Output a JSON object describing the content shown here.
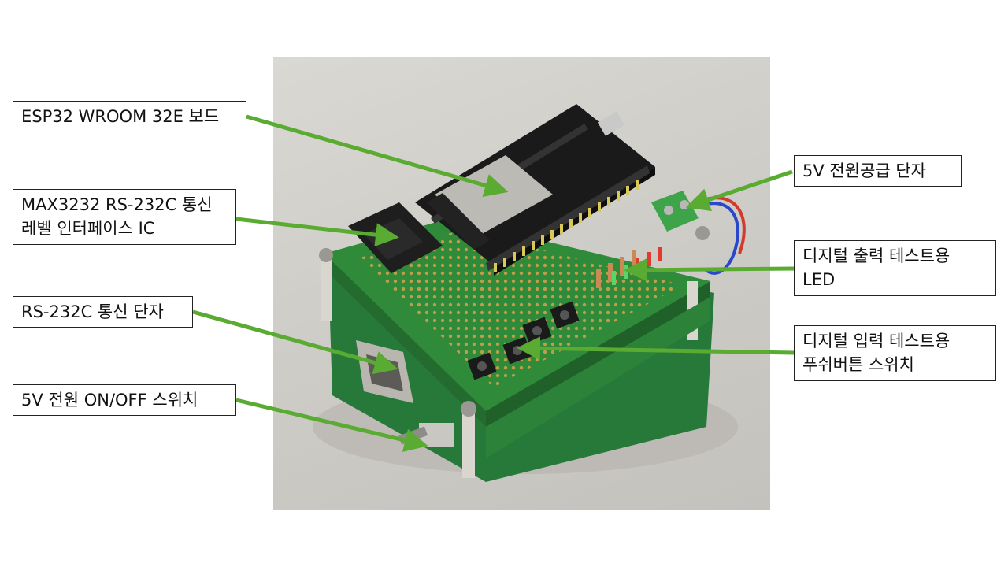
{
  "callouts": {
    "esp32": "ESP32 WROOM 32E 보드",
    "max3232": "MAX3232 RS-232C 통신\n레벨 인터페이스 IC",
    "rs232": "RS-232C 통신 단자",
    "power_switch": "5V 전원 ON/OFF 스위치",
    "power_terminal": "5V 전원공급 단자",
    "led_test": "디지털 출력 테스트용\nLED",
    "button_test": "디지털 입력 테스트용\n푸쉬버튼 스위치"
  },
  "colors": {
    "arrow": "#5aab32",
    "pcb": "#2f8a3a",
    "esp_board": "#1a1a1a"
  }
}
